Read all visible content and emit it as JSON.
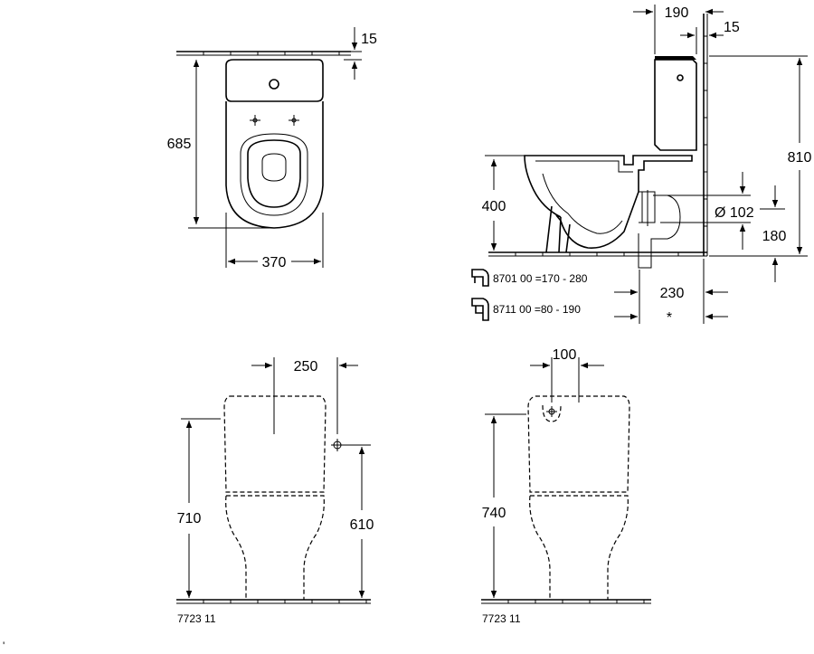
{
  "dimensions": {
    "top_view": {
      "wall_offset": "15",
      "depth": "685",
      "width": "370"
    },
    "side_view": {
      "cistern_depth": "190",
      "wall_gap": "15",
      "total_height": "810",
      "seat_height": "400",
      "outlet_diameter": "Ø 102",
      "outlet_height": "180",
      "outlet_setback": "230",
      "asterisk": "*"
    },
    "front_view": {
      "fixing_spacing": "250",
      "height": "710",
      "fixing_height": "610",
      "model": "7723 11"
    },
    "rear_view": {
      "inlet_spacing": "100",
      "height": "740",
      "model": "7723 11"
    }
  },
  "accessories": [
    {
      "icon": "bend-connector-icon",
      "text": "8701 00  =170 -  280"
    },
    {
      "icon": "offset-connector-icon",
      "text": "8711 00  =80 -  190"
    }
  ],
  "footnote": "'"
}
